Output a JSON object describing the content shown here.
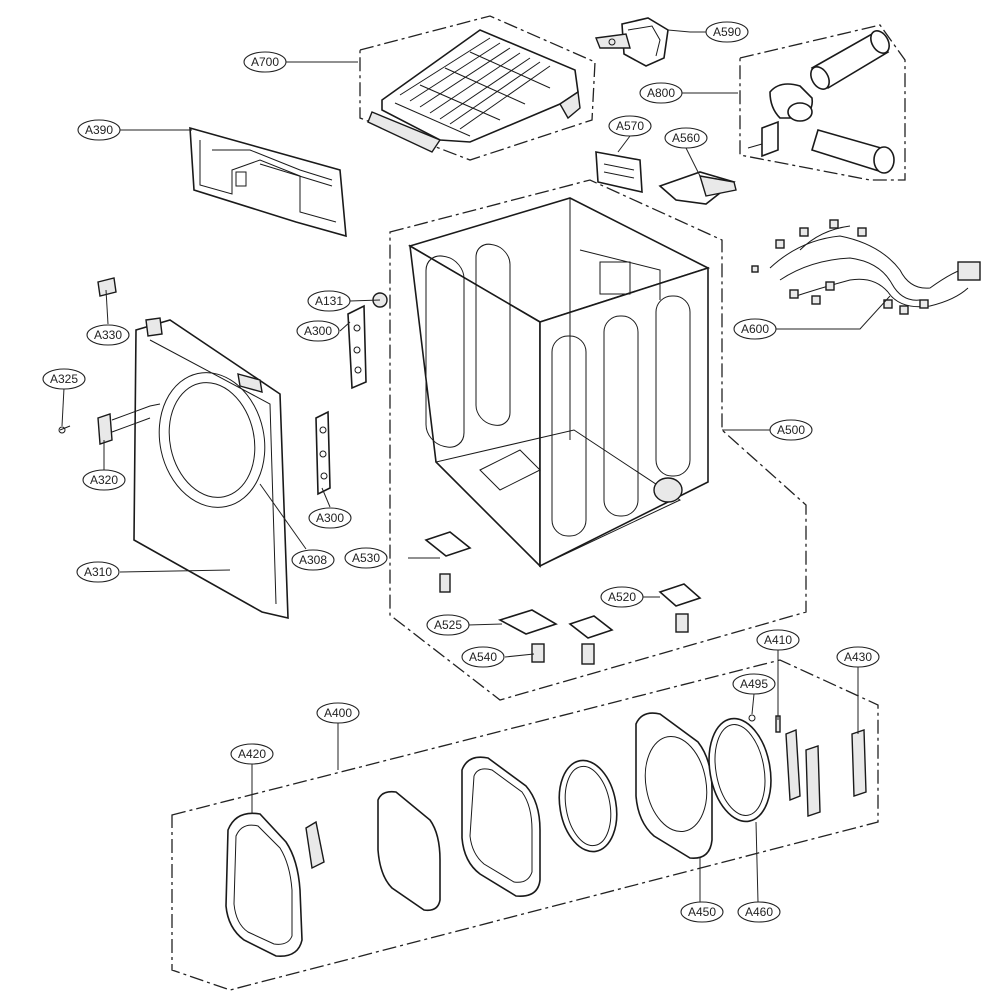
{
  "labels": [
    {
      "id": "A700",
      "text": "A700"
    },
    {
      "id": "A590",
      "text": "A590"
    },
    {
      "id": "A800",
      "text": "A800"
    },
    {
      "id": "A390",
      "text": "A390"
    },
    {
      "id": "A570",
      "text": "A570"
    },
    {
      "id": "A560",
      "text": "A560"
    },
    {
      "id": "A600",
      "text": "A600"
    },
    {
      "id": "A131",
      "text": "A131"
    },
    {
      "id": "A300a",
      "text": "A300"
    },
    {
      "id": "A330",
      "text": "A330"
    },
    {
      "id": "A325",
      "text": "A325"
    },
    {
      "id": "A320",
      "text": "A320"
    },
    {
      "id": "A500",
      "text": "A500"
    },
    {
      "id": "A300b",
      "text": "A300"
    },
    {
      "id": "A308",
      "text": "A308"
    },
    {
      "id": "A530",
      "text": "A530"
    },
    {
      "id": "A310",
      "text": "A310"
    },
    {
      "id": "A520",
      "text": "A520"
    },
    {
      "id": "A525",
      "text": "A525"
    },
    {
      "id": "A540",
      "text": "A540"
    },
    {
      "id": "A410",
      "text": "A410"
    },
    {
      "id": "A430",
      "text": "A430"
    },
    {
      "id": "A495",
      "text": "A495"
    },
    {
      "id": "A400",
      "text": "A400"
    },
    {
      "id": "A420",
      "text": "A420"
    },
    {
      "id": "A450",
      "text": "A450"
    },
    {
      "id": "A460",
      "text": "A460"
    }
  ]
}
